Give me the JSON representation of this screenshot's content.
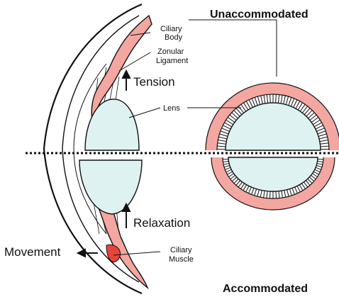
{
  "labels": {
    "unaccommodated": "Unaccommodated",
    "accommodated": "Accommodated",
    "ciliary_body_1": "Ciliary",
    "ciliary_body_2": "Body",
    "zonular_ligament_1": "Zonular",
    "zonular_ligament_2": "Ligament",
    "tension": "Tension",
    "lens": "Lens",
    "relaxation": "Relaxation",
    "movement": "Movement",
    "ciliary_muscle_1": "Ciliary",
    "ciliary_muscle_2": "Muscle"
  },
  "colors": {
    "ciliary": "#f4a6a0",
    "ciliary_dark": "#e8443a",
    "lens": "#dff2f2",
    "outline": "#111111"
  }
}
